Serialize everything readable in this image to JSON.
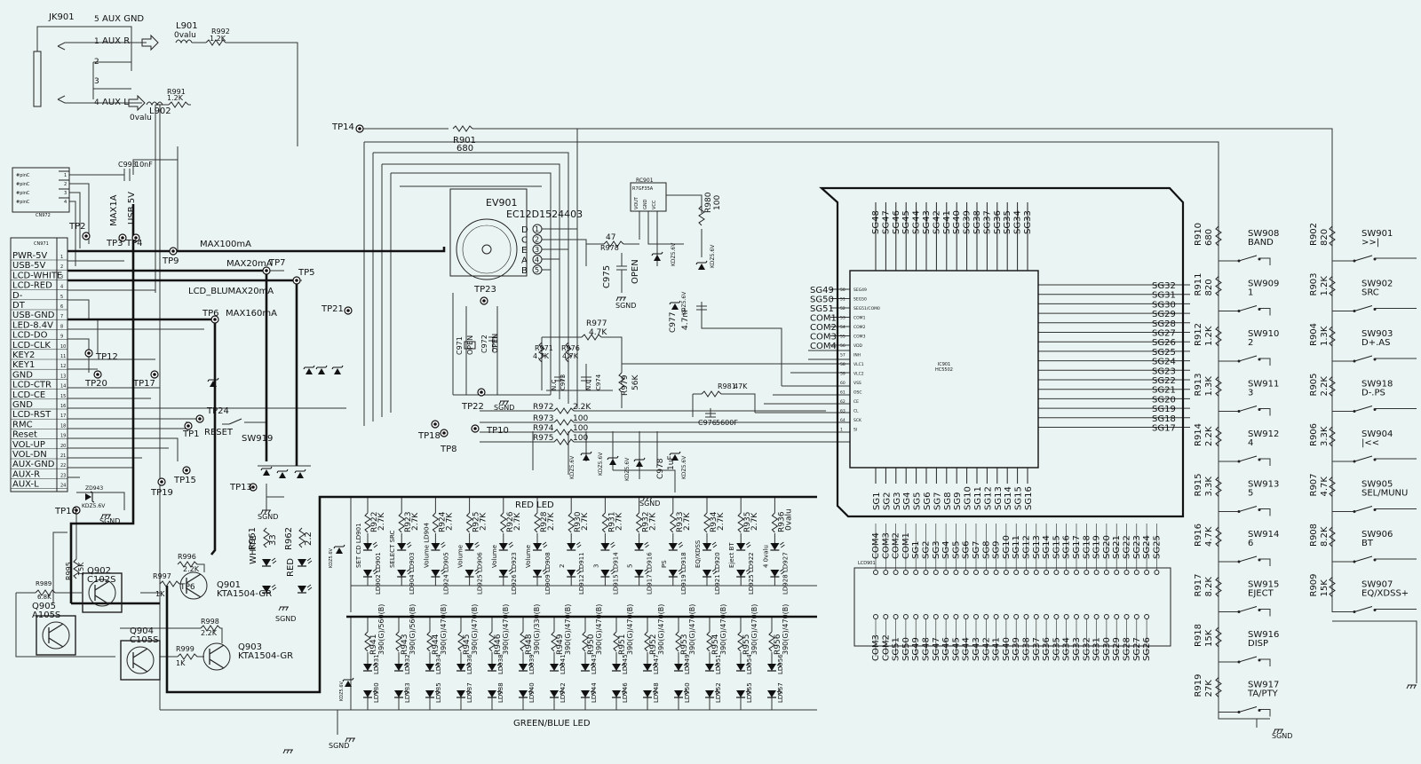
{
  "jk901": {
    "ref": "JK901",
    "pins": [
      {
        "num": "5",
        "label": "AUX GND"
      },
      {
        "num": "1",
        "label": "AUX R"
      },
      {
        "num": "2",
        "label": ""
      },
      {
        "num": "3",
        "label": ""
      },
      {
        "num": "4",
        "label": "AUX L"
      }
    ]
  },
  "inductors": [
    {
      "ref": "L901",
      "value": "0valu"
    },
    {
      "ref": "L902",
      "value": "0valu"
    }
  ],
  "aux_resistors": [
    {
      "ref": "R992",
      "value": "1.2K"
    },
    {
      "ref": "R991",
      "value": "1.2K"
    }
  ],
  "c993": {
    "ref": "C993",
    "value": "10nF"
  },
  "cn972": {
    "ref": "CN972",
    "pins": [
      "#pinC",
      "#pinC",
      "#pinC",
      "#pinC"
    ],
    "nums": [
      "1",
      "2",
      "3",
      "4"
    ]
  },
  "cn971": {
    "ref": "CN971",
    "pins": [
      "PWR-5V",
      "USB-5V",
      "LCD-WHITE",
      "LCD-RED",
      "D-",
      "DT",
      "USB-GND",
      "LED-8.4V",
      "LCD-DO",
      "LCD-CLK",
      "KEY2",
      "KEY1",
      "GND",
      "LCD-CTR",
      "LCD-CE",
      "GND",
      "LCD-RST",
      "RMC",
      "Reset",
      "VOL-UP",
      "VOL-DN",
      "AUX-GND",
      "AUX-R",
      "AUX-L"
    ],
    "nums": [
      "1",
      "2",
      "3",
      "4",
      "5",
      "6",
      "7",
      "8",
      "9",
      "10",
      "11",
      "12",
      "13",
      "14",
      "15",
      "16",
      "17",
      "18",
      "19",
      "20",
      "21",
      "22",
      "23",
      "24"
    ]
  },
  "net_labels": {
    "max1a": "MAX1A",
    "usb5v": "USB.5V",
    "max100": "MAX100mA",
    "max20": "MAX20mA",
    "lcdblu": "LCD_BLUMAX20mA",
    "max160": "MAX160mA"
  },
  "test_points": {
    "tp2": "TP2",
    "tp3": "TP3",
    "tp4": "TP4",
    "tp9": "TP9",
    "tp7": "TP7",
    "tp5": "TP5",
    "tp14": "TP14",
    "tp21": "TP21",
    "tp6": "TP6",
    "tp12": "TP12",
    "tp20": "TP20",
    "tp17": "TP17",
    "tp24": "TP24",
    "tp1": "TP1",
    "tp13": "TP13",
    "tp19": "TP19",
    "tp15": "TP15",
    "tp16": "TP16",
    "tp23": "TP23",
    "tp22": "TP22",
    "tp18": "TP18",
    "tp8": "TP8",
    "tp10": "TP10"
  },
  "r901": {
    "ref": "R901",
    "value": "680"
  },
  "encoder": {
    "ref": "EV901",
    "part": "EC12D1524403",
    "pins": [
      "D",
      "C",
      "E",
      "A",
      "B"
    ],
    "nums": [
      "1",
      "2",
      "3",
      "4",
      "5"
    ]
  },
  "rc901": {
    "ref": "RC901",
    "part": "R7GF35A",
    "pins": [
      "VOUT",
      "GND",
      "VCC"
    ]
  },
  "r980": {
    "ref": "R980",
    "value": "100"
  },
  "r978": {
    "ref": "R978",
    "value": "47"
  },
  "c975": {
    "ref": "C975",
    "value": "OPEN"
  },
  "zener_label": "KDZ5.6V",
  "c977": {
    "ref": "C977",
    "value": "4.7nF"
  },
  "r977": {
    "ref": "R977",
    "value": "4.7K"
  },
  "r971": {
    "ref": "R971",
    "value": "4.7K"
  },
  "r976": {
    "ref": "R976",
    "value": "4.7K"
  },
  "c971": {
    "ref": "C971",
    "value": "OPEN"
  },
  "c972": {
    "ref": "C972",
    "value": "OPEN"
  },
  "c973": {
    "ref": "C973",
    "value": "N.C"
  },
  "c974": {
    "ref": "C974",
    "value": "N.C"
  },
  "r979": {
    "ref": "R979",
    "value": "56K"
  },
  "r981": {
    "ref": "R981",
    "value": "47K"
  },
  "c976": {
    "ref": "C976",
    "value": "5600F"
  },
  "c978": {
    "ref": "C978",
    "value": "1uF"
  },
  "serial_res": [
    {
      "ref": "R972",
      "value": "2.2K"
    },
    {
      "ref": "R973",
      "value": "100"
    },
    {
      "ref": "R974",
      "value": "100"
    },
    {
      "ref": "R975",
      "value": "100"
    }
  ],
  "sgnd": "SGND",
  "ic901": {
    "ref": "IC901",
    "part": "HC5502",
    "top_pins": [
      "SG48",
      "SG47",
      "SG46",
      "SG45",
      "SG44",
      "SG43",
      "SG42",
      "SG41",
      "SG40",
      "SG39",
      "SG38",
      "SG37",
      "SG36",
      "SG35",
      "SG34",
      "SG33"
    ],
    "left_pins": [
      "SG49",
      "SG50",
      "SG51",
      "COM1",
      "COM2",
      "COM3",
      "COM4"
    ],
    "left_inner": [
      "SEG49",
      "SEG50",
      "SEG51/COM0",
      "COM1",
      "COM2",
      "COM3",
      "VDD",
      "INH",
      "VLC1",
      "VLC2",
      "VSS",
      "OSC",
      "CE",
      "CL",
      "SCK",
      "SI"
    ],
    "left_nums": [
      "50",
      "51",
      "52",
      "53",
      "54",
      "55",
      "56",
      "57",
      "58",
      "59",
      "60",
      "61",
      "62",
      "63",
      "64",
      "1"
    ],
    "right_pins": [
      "SG32",
      "SG31",
      "SG30",
      "SG29",
      "SG28",
      "SG27",
      "SG26",
      "SG25",
      "SG24",
      "SG23",
      "SG22",
      "SG21",
      "SG20",
      "SG19",
      "SG18",
      "SG17"
    ],
    "bottom_pins": [
      "SG1",
      "SG2",
      "SG3",
      "SG4",
      "SG5",
      "SG6",
      "SG7",
      "SG8",
      "SG9",
      "SG10",
      "SG11",
      "SG12",
      "SG13",
      "SG14",
      "SG15",
      "SG16"
    ]
  },
  "lcd": {
    "ref": "LCD901",
    "top_pins": [
      "COM4",
      "COM3",
      "COM2",
      "COM1",
      "SG1",
      "SG2",
      "SG3",
      "SG4",
      "SG5",
      "SG6",
      "SG7",
      "SG8",
      "SG9",
      "SG10",
      "SG11",
      "SG12",
      "SG13",
      "SG14",
      "SG15",
      "SG16",
      "SG17",
      "SG18",
      "SG19",
      "SG20",
      "SG21",
      "SG22",
      "SG23",
      "SG24",
      "SG25"
    ],
    "bottom_pins": [
      "COM3",
      "COM2",
      "SG51",
      "SG50",
      "SG49",
      "SG48",
      "SG47",
      "SG46",
      "SG45",
      "SG44",
      "SG43",
      "SG42",
      "SG41",
      "SG40",
      "SG39",
      "SG38",
      "SG37",
      "SG36",
      "SG35",
      "SG34",
      "SG33",
      "SG32",
      "SG31",
      "SG30",
      "SG29",
      "SG28",
      "SG27",
      "SG26"
    ]
  },
  "keys_left": {
    "resistors": [
      {
        "ref": "R910",
        "value": "680"
      },
      {
        "ref": "R911",
        "value": "820"
      },
      {
        "ref": "R912",
        "value": "1.2K"
      },
      {
        "ref": "R913",
        "value": "1.3K"
      },
      {
        "ref": "R914",
        "value": "2.2K"
      },
      {
        "ref": "R915",
        "value": "3.3K"
      },
      {
        "ref": "R916",
        "value": "4.7K"
      },
      {
        "ref": "R917",
        "value": "8.2K"
      },
      {
        "ref": "R918",
        "value": "15K"
      },
      {
        "ref": "R919",
        "value": "27K"
      }
    ],
    "switches": [
      {
        "ref": "SW908",
        "label": "BAND"
      },
      {
        "ref": "SW909",
        "label": "1"
      },
      {
        "ref": "SW910",
        "label": "2"
      },
      {
        "ref": "SW911",
        "label": "3"
      },
      {
        "ref": "SW912",
        "label": "4"
      },
      {
        "ref": "SW913",
        "label": "5"
      },
      {
        "ref": "SW914",
        "label": "6"
      },
      {
        "ref": "SW915",
        "label": "EJECT"
      },
      {
        "ref": "SW916",
        "label": "DISP"
      },
      {
        "ref": "SW917",
        "label": "TA/PTY"
      }
    ]
  },
  "keys_right": {
    "resistors": [
      {
        "ref": "R902",
        "value": "820"
      },
      {
        "ref": "R903",
        "value": "1.2K"
      },
      {
        "ref": "R904",
        "value": "1.3K"
      },
      {
        "ref": "R905",
        "value": "2.2K"
      },
      {
        "ref": "R906",
        "value": "3.3K"
      },
      {
        "ref": "R907",
        "value": "4.7K"
      },
      {
        "ref": "R908",
        "value": "8.2K"
      },
      {
        "ref": "R909",
        "value": "15K"
      }
    ],
    "switches": [
      {
        "ref": "SW901",
        "label": ">>|"
      },
      {
        "ref": "SW902",
        "label": "SRC"
      },
      {
        "ref": "SW903",
        "label": "D+.AS"
      },
      {
        "ref": "SW918",
        "label": "D-.PS"
      },
      {
        "ref": "SW904",
        "label": "|<<"
      },
      {
        "ref": "SW905",
        "label": "SEL/MUNU"
      },
      {
        "ref": "SW906",
        "label": "BT"
      },
      {
        "ref": "SW907",
        "label": "EQ/XDSS+"
      }
    ]
  },
  "sw919": {
    "ref": "SW919",
    "label": "RESET"
  },
  "white_red": {
    "white": "WHITE",
    "red": "RED",
    "r961": {
      "ref": "R961",
      "value": "33"
    },
    "r962": {
      "ref": "R962",
      "value": "2.2"
    }
  },
  "transistors": [
    {
      "ref": "Q901",
      "part": "KTA1504-GR"
    },
    {
      "ref": "Q902",
      "part": "C102S"
    },
    {
      "ref": "Q903",
      "part": "KTA1504-GR"
    },
    {
      "ref": "Q904",
      "part": "C105S"
    },
    {
      "ref": "Q905",
      "part": "A105S"
    }
  ],
  "q_resistors": [
    {
      "ref": "R995",
      "value": "15K"
    },
    {
      "ref": "R989",
      "value": "6.8K"
    },
    {
      "ref": "R997",
      "value": "1K"
    },
    {
      "ref": "R996",
      "value": "2.2K"
    },
    {
      "ref": "R998",
      "value": "2.2K"
    },
    {
      "ref": "R999",
      "value": "1K"
    }
  ],
  "zd943": {
    "ref": "ZD943",
    "value": "KDZ5.6V"
  },
  "red_led": {
    "title": "RED LED",
    "resistors": [
      {
        "ref": "R922",
        "value": "2.7K"
      },
      {
        "ref": "R923",
        "value": "2.7K"
      },
      {
        "ref": "R924",
        "value": "2.7K"
      },
      {
        "ref": "R925",
        "value": "2.7K"
      },
      {
        "ref": "R926",
        "value": "2.7K"
      },
      {
        "ref": "R928",
        "value": "2.7K"
      },
      {
        "ref": "R930",
        "value": "2.7K"
      },
      {
        "ref": "R931",
        "value": "2.7K"
      },
      {
        "ref": "R932",
        "value": "2.7K"
      },
      {
        "ref": "R933",
        "value": "2.7K"
      },
      {
        "ref": "R934",
        "value": "2.7K"
      },
      {
        "ref": "R935",
        "value": "2.7K"
      },
      {
        "ref": "R936",
        "value": "0valu"
      }
    ],
    "labels": [
      "SET CD LD901",
      "SELECT SRC",
      "Volume LD904",
      "Volume",
      "Volume",
      "Volume",
      "2",
      "3",
      "5",
      "PS",
      "EQ/XDSS",
      "Eject BT",
      "4 0valu"
    ],
    "leds": [
      "LD901",
      "LD903",
      "LD905",
      "LD906",
      "LD923",
      "LD908",
      "LD911",
      "LD914",
      "LD916",
      "LD918",
      "LD920",
      "LD922",
      "LD927"
    ],
    "leds2": [
      "LD902",
      "LD904",
      "LD924",
      "LD925",
      "LD926",
      "LD909",
      "LD912",
      "LD915",
      "LD917",
      "LD919",
      "LD921",
      "LD925",
      "LD928"
    ]
  },
  "green_led": {
    "title": "GREEN/BLUE LED",
    "resistors": [
      {
        "ref": "R941",
        "value": "390(G)/560(B)"
      },
      {
        "ref": "R943",
        "value": "390(G)/560(B)"
      },
      {
        "ref": "R944",
        "value": "390(G)/470(B)"
      },
      {
        "ref": "R945",
        "value": "390(G)/470(B)"
      },
      {
        "ref": "R946",
        "value": "390(G)/470(B)"
      },
      {
        "ref": "R948",
        "value": "390(G)/330(B)"
      },
      {
        "ref": "R949",
        "value": "390(G)/470(B)"
      },
      {
        "ref": "R950",
        "value": "390(G)/470(B)"
      },
      {
        "ref": "R951",
        "value": "390(G)/470(B)"
      },
      {
        "ref": "R952",
        "value": "390(G)/470(B)"
      },
      {
        "ref": "R953",
        "value": "390(G)/470(B)"
      },
      {
        "ref": "R954",
        "value": "390(G)/470(B)"
      },
      {
        "ref": "R955",
        "value": "390(G)/470(B)"
      },
      {
        "ref": "R956",
        "value": "390(G)/470(B)"
      }
    ],
    "leds": [
      "LD931",
      "LD932",
      "LD934",
      "LD936",
      "LD938",
      "LD939",
      "LD941",
      "LD943",
      "LD945",
      "LD947",
      "LD949",
      "LD951",
      "LD954",
      "LD956"
    ],
    "leds2": [
      "LD930",
      "LD933",
      "LD935",
      "LD937",
      "LD938",
      "LD940",
      "LD942",
      "LD944",
      "LD946",
      "LD948",
      "LD950",
      "LD952",
      "LD955",
      "LD957"
    ]
  }
}
